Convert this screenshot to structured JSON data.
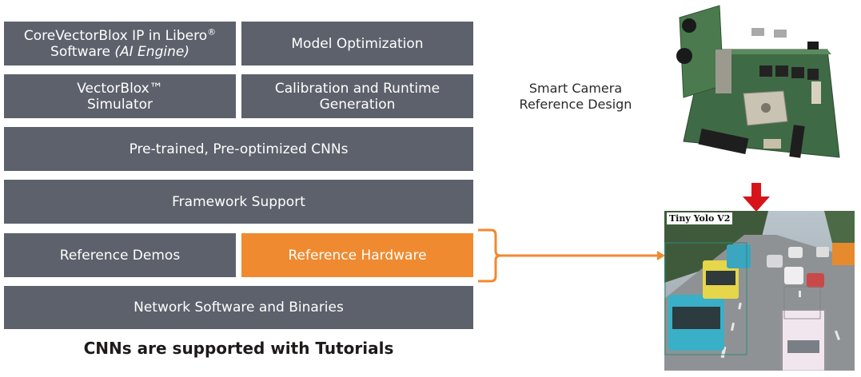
{
  "blocks": {
    "corevectorblox": {
      "line1": "CoreVectorBlox IP in Libero",
      "line1_sup": "®",
      "line2": "Software ",
      "line2_italic": "(AI Engine)"
    },
    "model_optimization": {
      "label": "Model Optimization"
    },
    "vectorblox_simulator": {
      "line1": "VectorBlox™",
      "line2": "Simulator"
    },
    "calibration": {
      "line1": "Calibration and Runtime",
      "line2": "Generation"
    },
    "pretrained": {
      "label": "Pre-trained, Pre-optimized CNNs"
    },
    "framework": {
      "label": "Framework Support"
    },
    "reference_demos": {
      "label": "Reference Demos"
    },
    "reference_hardware": {
      "label": "Reference Hardware"
    },
    "network_software": {
      "label": "Network Software and Binaries"
    }
  },
  "caption": "CNNs are supported with Tutorials",
  "camera": {
    "line1": "Smart Camera",
    "line2": "Reference Design"
  },
  "photo": {
    "label": "Tiny Yolo V2"
  },
  "icons": {
    "board": "fpga-board-image",
    "arrow_down": "red-down-arrow",
    "connector": "orange-bracket-arrow"
  },
  "colors": {
    "block_gray": "#5d616b",
    "highlight_orange": "#f08a30",
    "arrow_red": "#d7141a",
    "caption_text": "#1e1a1a"
  }
}
